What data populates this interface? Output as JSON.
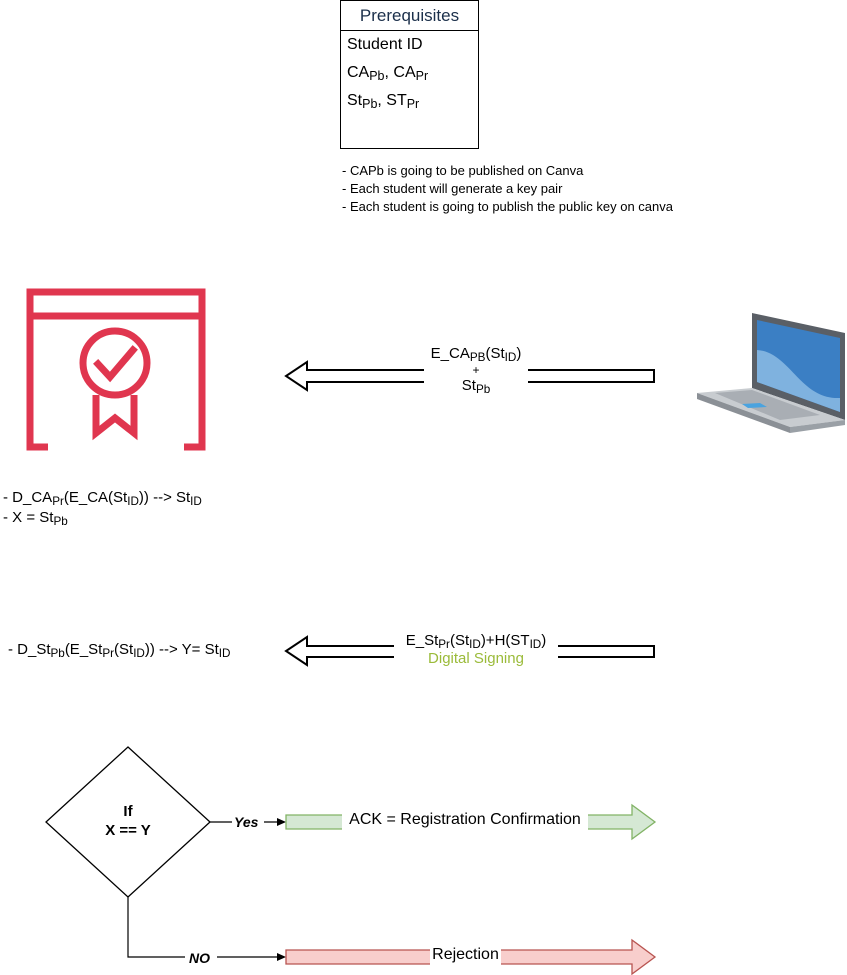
{
  "prerequisites": {
    "title": "Prerequisites",
    "student_id": "Student ID",
    "ca_keys": {
      "ca": "CA",
      "pb": "Pb",
      "sep": ", ",
      "pr": "Pr"
    },
    "st_keys": {
      "st1": "St",
      "pb": "Pb",
      "sep": ", ",
      "st2": "ST",
      "pr": "Pr"
    }
  },
  "notes": [
    "- CAPb is going to be published on Canva",
    "- Each student will generate a key pair",
    "- Each student is going to publish the public key on canva"
  ],
  "arrow1": {
    "line1_pre": "E_CA",
    "line1_sub": "PB",
    "line1_mid": "(St",
    "line1_sub2": "ID",
    "line1_end": ")",
    "plus": "+",
    "line3_main": "St",
    "line3_sub": "Pb"
  },
  "ca_steps": {
    "step1_a": "- D_CA",
    "step1_sub": "Pr",
    "step1_b": "(E_CA(St",
    "step1_sub2": "ID",
    "step1_c": ")) --> St",
    "step1_sub3": "ID",
    "step2_a": "- X = St",
    "step2_sub": "Pb"
  },
  "arrow2": {
    "a": "E_St",
    "sub1": "Pr",
    "b": "(St",
    "sub2": "ID",
    "c": ")+H(ST",
    "sub3": "ID",
    "d": ")",
    "caption": "Digital Signing"
  },
  "verify": {
    "a": "- D_St",
    "sub1": "Pb",
    "b": "(E_St",
    "sub2": "Pr",
    "c": "(St",
    "sub3": "ID",
    "d": ")) --> Y= St",
    "sub4": "ID"
  },
  "decision": {
    "line1": "If",
    "line2": "X == Y"
  },
  "yes_label": "Yes",
  "no_label": "NO",
  "ack_label": "ACK = Registration Confirmation",
  "reject_label": "Rejection",
  "colors": {
    "certificate": "#e0364f",
    "laptop_screen": "#3b7fc4",
    "green_fill": "#d5e8d4",
    "green_stroke": "#82b366",
    "red_fill": "#f8cecc",
    "red_stroke": "#b85450",
    "signing_text": "#9bbb3a"
  }
}
